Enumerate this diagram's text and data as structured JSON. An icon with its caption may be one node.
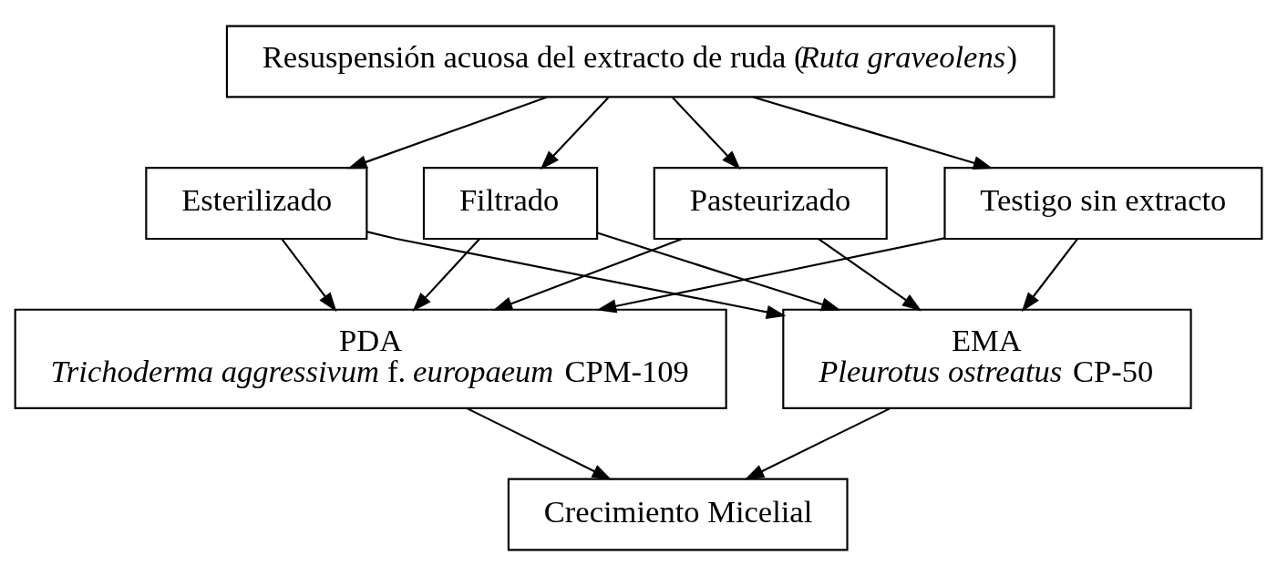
{
  "diagram": {
    "nodes": [
      {
        "text": [
          "Resuspensión acuosa del extracto de ruda (*Ruta graveolens*)"
        ]
      },
      {
        "text": [
          "Esterilizado"
        ]
      },
      {
        "text": [
          "Filtrado"
        ]
      },
      {
        "text": [
          "Pasteurizado"
        ]
      },
      {
        "text": [
          "Testigo sin extracto"
        ]
      },
      {
        "text": [
          "PDA",
          "*Trichoderma aggressivum* f. *europaeum* CPM-109"
        ]
      },
      {
        "text": [
          "EMA",
          "*Pleurotus ostreatus* CP-50"
        ]
      },
      {
        "text": [
          "Crecimiento Micelial"
        ]
      }
    ],
    "edges": [
      {
        "from": 0,
        "to": 1,
        "arrow": "to"
      },
      {
        "from": 0,
        "to": 2,
        "arrow": "to"
      },
      {
        "from": 0,
        "to": 3,
        "arrow": "to"
      },
      {
        "from": 0,
        "to": 4,
        "arrow": "to"
      },
      {
        "from": 1,
        "to": 5,
        "arrow": "to"
      },
      {
        "from": 2,
        "to": 5,
        "arrow": "to"
      },
      {
        "from": 3,
        "to": 5,
        "arrow": "to"
      },
      {
        "from": 4,
        "to": 5,
        "arrow": "to"
      },
      {
        "from": 1,
        "to": 6,
        "arrow": "to"
      },
      {
        "from": 2,
        "to": 6,
        "arrow": "to"
      },
      {
        "from": 3,
        "to": 6,
        "arrow": "to"
      },
      {
        "from": 4,
        "to": 6,
        "arrow": "to"
      },
      {
        "from": 5,
        "to": 7,
        "arrow": "to"
      },
      {
        "from": 6,
        "to": 7,
        "arrow": "to"
      }
    ]
  }
}
